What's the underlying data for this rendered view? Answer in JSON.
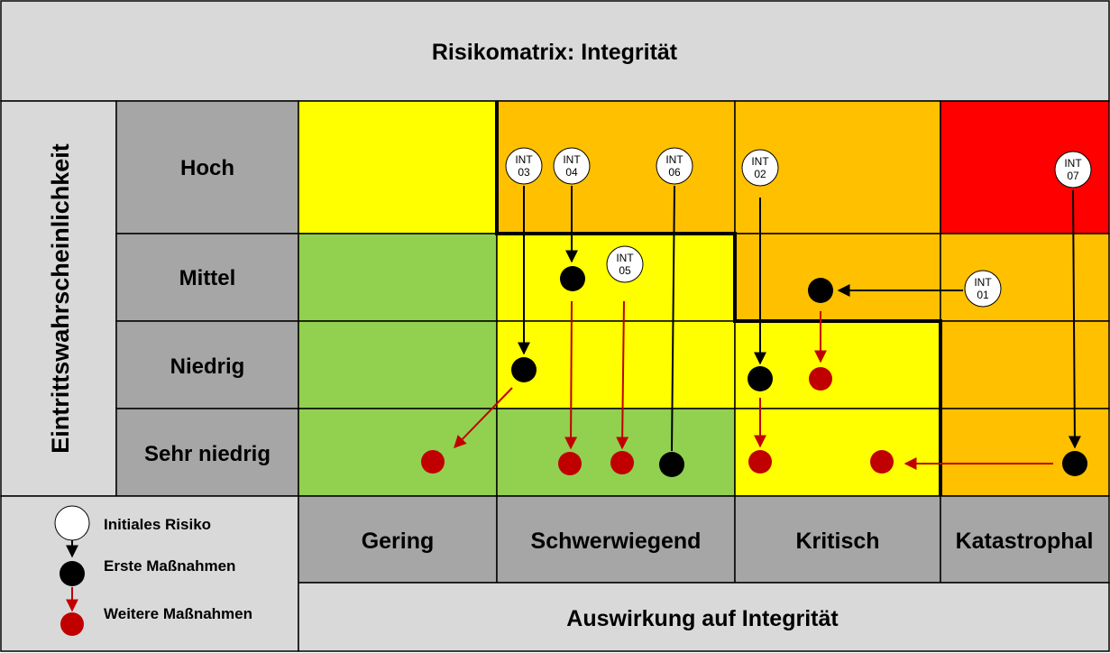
{
  "title": "Risikomatrix:  Integrität",
  "y_axis_label": "Eintrittswahrscheinlichkeit",
  "x_axis_label": "Auswirkung auf Integrität",
  "rows": [
    "Hoch",
    "Mittel",
    "Niedrig",
    "Sehr niedrig"
  ],
  "columns": [
    "Gering",
    "Schwerwiegend",
    "Kritisch",
    "Katastrophal"
  ],
  "legend": {
    "initial": "Initiales  Risiko",
    "first": "Erste  Maßnahmen",
    "further": "Weitere  Maßnahmen"
  },
  "colors": {
    "green": "#92d050",
    "yellow": "#ffff00",
    "orange": "#ffc000",
    "red": "#ff0000",
    "header_gray": "#a6a6a6",
    "light_gray": "#d9d9d9",
    "further_marker": "#c00000",
    "first_marker": "#000000"
  },
  "cell_colors": [
    [
      "yellow",
      "orange",
      "orange",
      "red"
    ],
    [
      "green",
      "yellow",
      "orange",
      "orange"
    ],
    [
      "green",
      "yellow",
      "yellow",
      "orange"
    ],
    [
      "green",
      "green",
      "yellow",
      "orange"
    ]
  ],
  "risks": [
    {
      "id_line1": "INT",
      "id_line2": "01"
    },
    {
      "id_line1": "INT",
      "id_line2": "02"
    },
    {
      "id_line1": "INT",
      "id_line2": "03"
    },
    {
      "id_line1": "INT",
      "id_line2": "04"
    },
    {
      "id_line1": "INT",
      "id_line2": "05"
    },
    {
      "id_line1": "INT",
      "id_line2": "06"
    },
    {
      "id_line1": "INT",
      "id_line2": "07"
    }
  ]
}
